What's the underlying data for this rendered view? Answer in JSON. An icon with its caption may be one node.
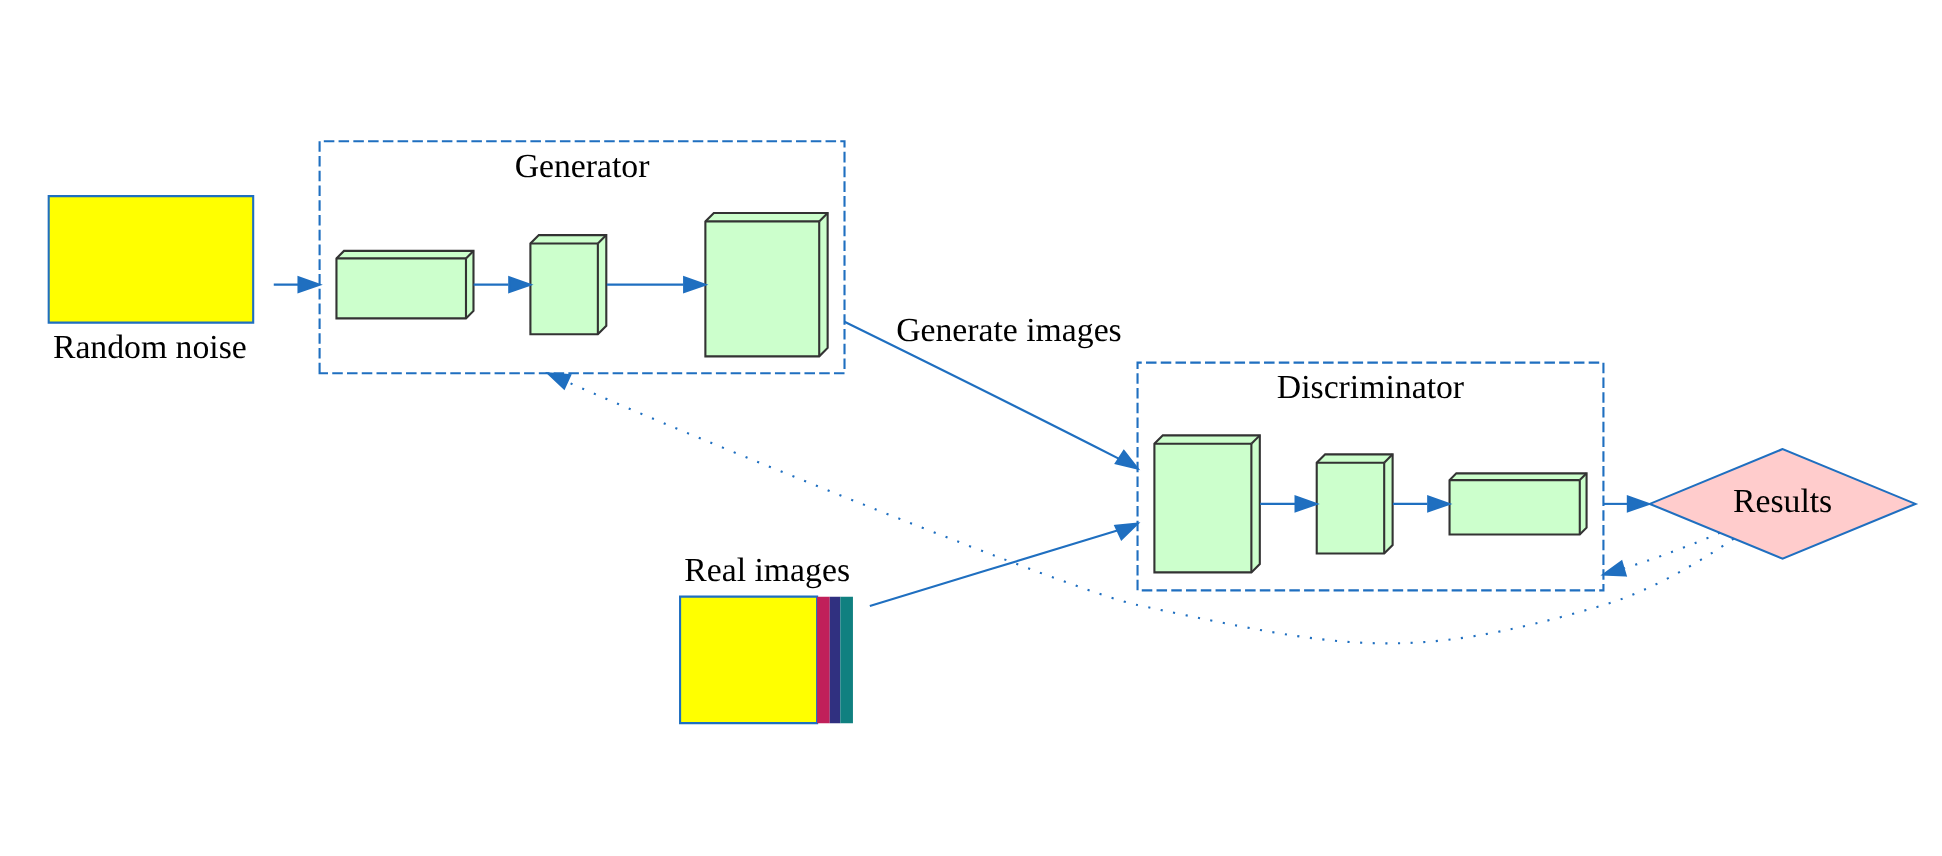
{
  "diagram": {
    "nodes": [
      {
        "text": [
          "Random noise"
        ]
      },
      {
        "text": [
          "Generator"
        ]
      },
      {
        "text": [],
        "shape": "box",
        "in": 1
      },
      {
        "text": [],
        "shape": "box",
        "in": 1
      },
      {
        "text": [],
        "shape": "box",
        "in": 1
      },
      {
        "text": [
          "Real images"
        ]
      },
      {
        "text": [
          "Discriminator"
        ]
      },
      {
        "text": [],
        "shape": "box",
        "in": 6
      },
      {
        "text": [],
        "shape": "box",
        "in": 6
      },
      {
        "text": [],
        "shape": "box",
        "in": 6
      },
      {
        "text": [
          "Results"
        ]
      }
    ],
    "edges": [
      {
        "from": 0,
        "to": 1,
        "arrow": "to"
      },
      {
        "from": 2,
        "to": 3,
        "arrow": "to"
      },
      {
        "from": 3,
        "to": 4,
        "arrow": "to"
      },
      {
        "from": 1,
        "to": 6,
        "arrow": "to",
        "label": "Generate images"
      },
      {
        "from": 5,
        "to": 6,
        "arrow": "to"
      },
      {
        "from": 7,
        "to": 8,
        "arrow": "to"
      },
      {
        "from": 8,
        "to": 9,
        "arrow": "to"
      },
      {
        "from": 6,
        "to": 10,
        "arrow": "to"
      },
      {
        "from": 10,
        "to": 1,
        "arrow": "to",
        "style": "dashed"
      },
      {
        "from": 10,
        "to": 6,
        "arrow": "to",
        "style": "dashed"
      }
    ]
  }
}
